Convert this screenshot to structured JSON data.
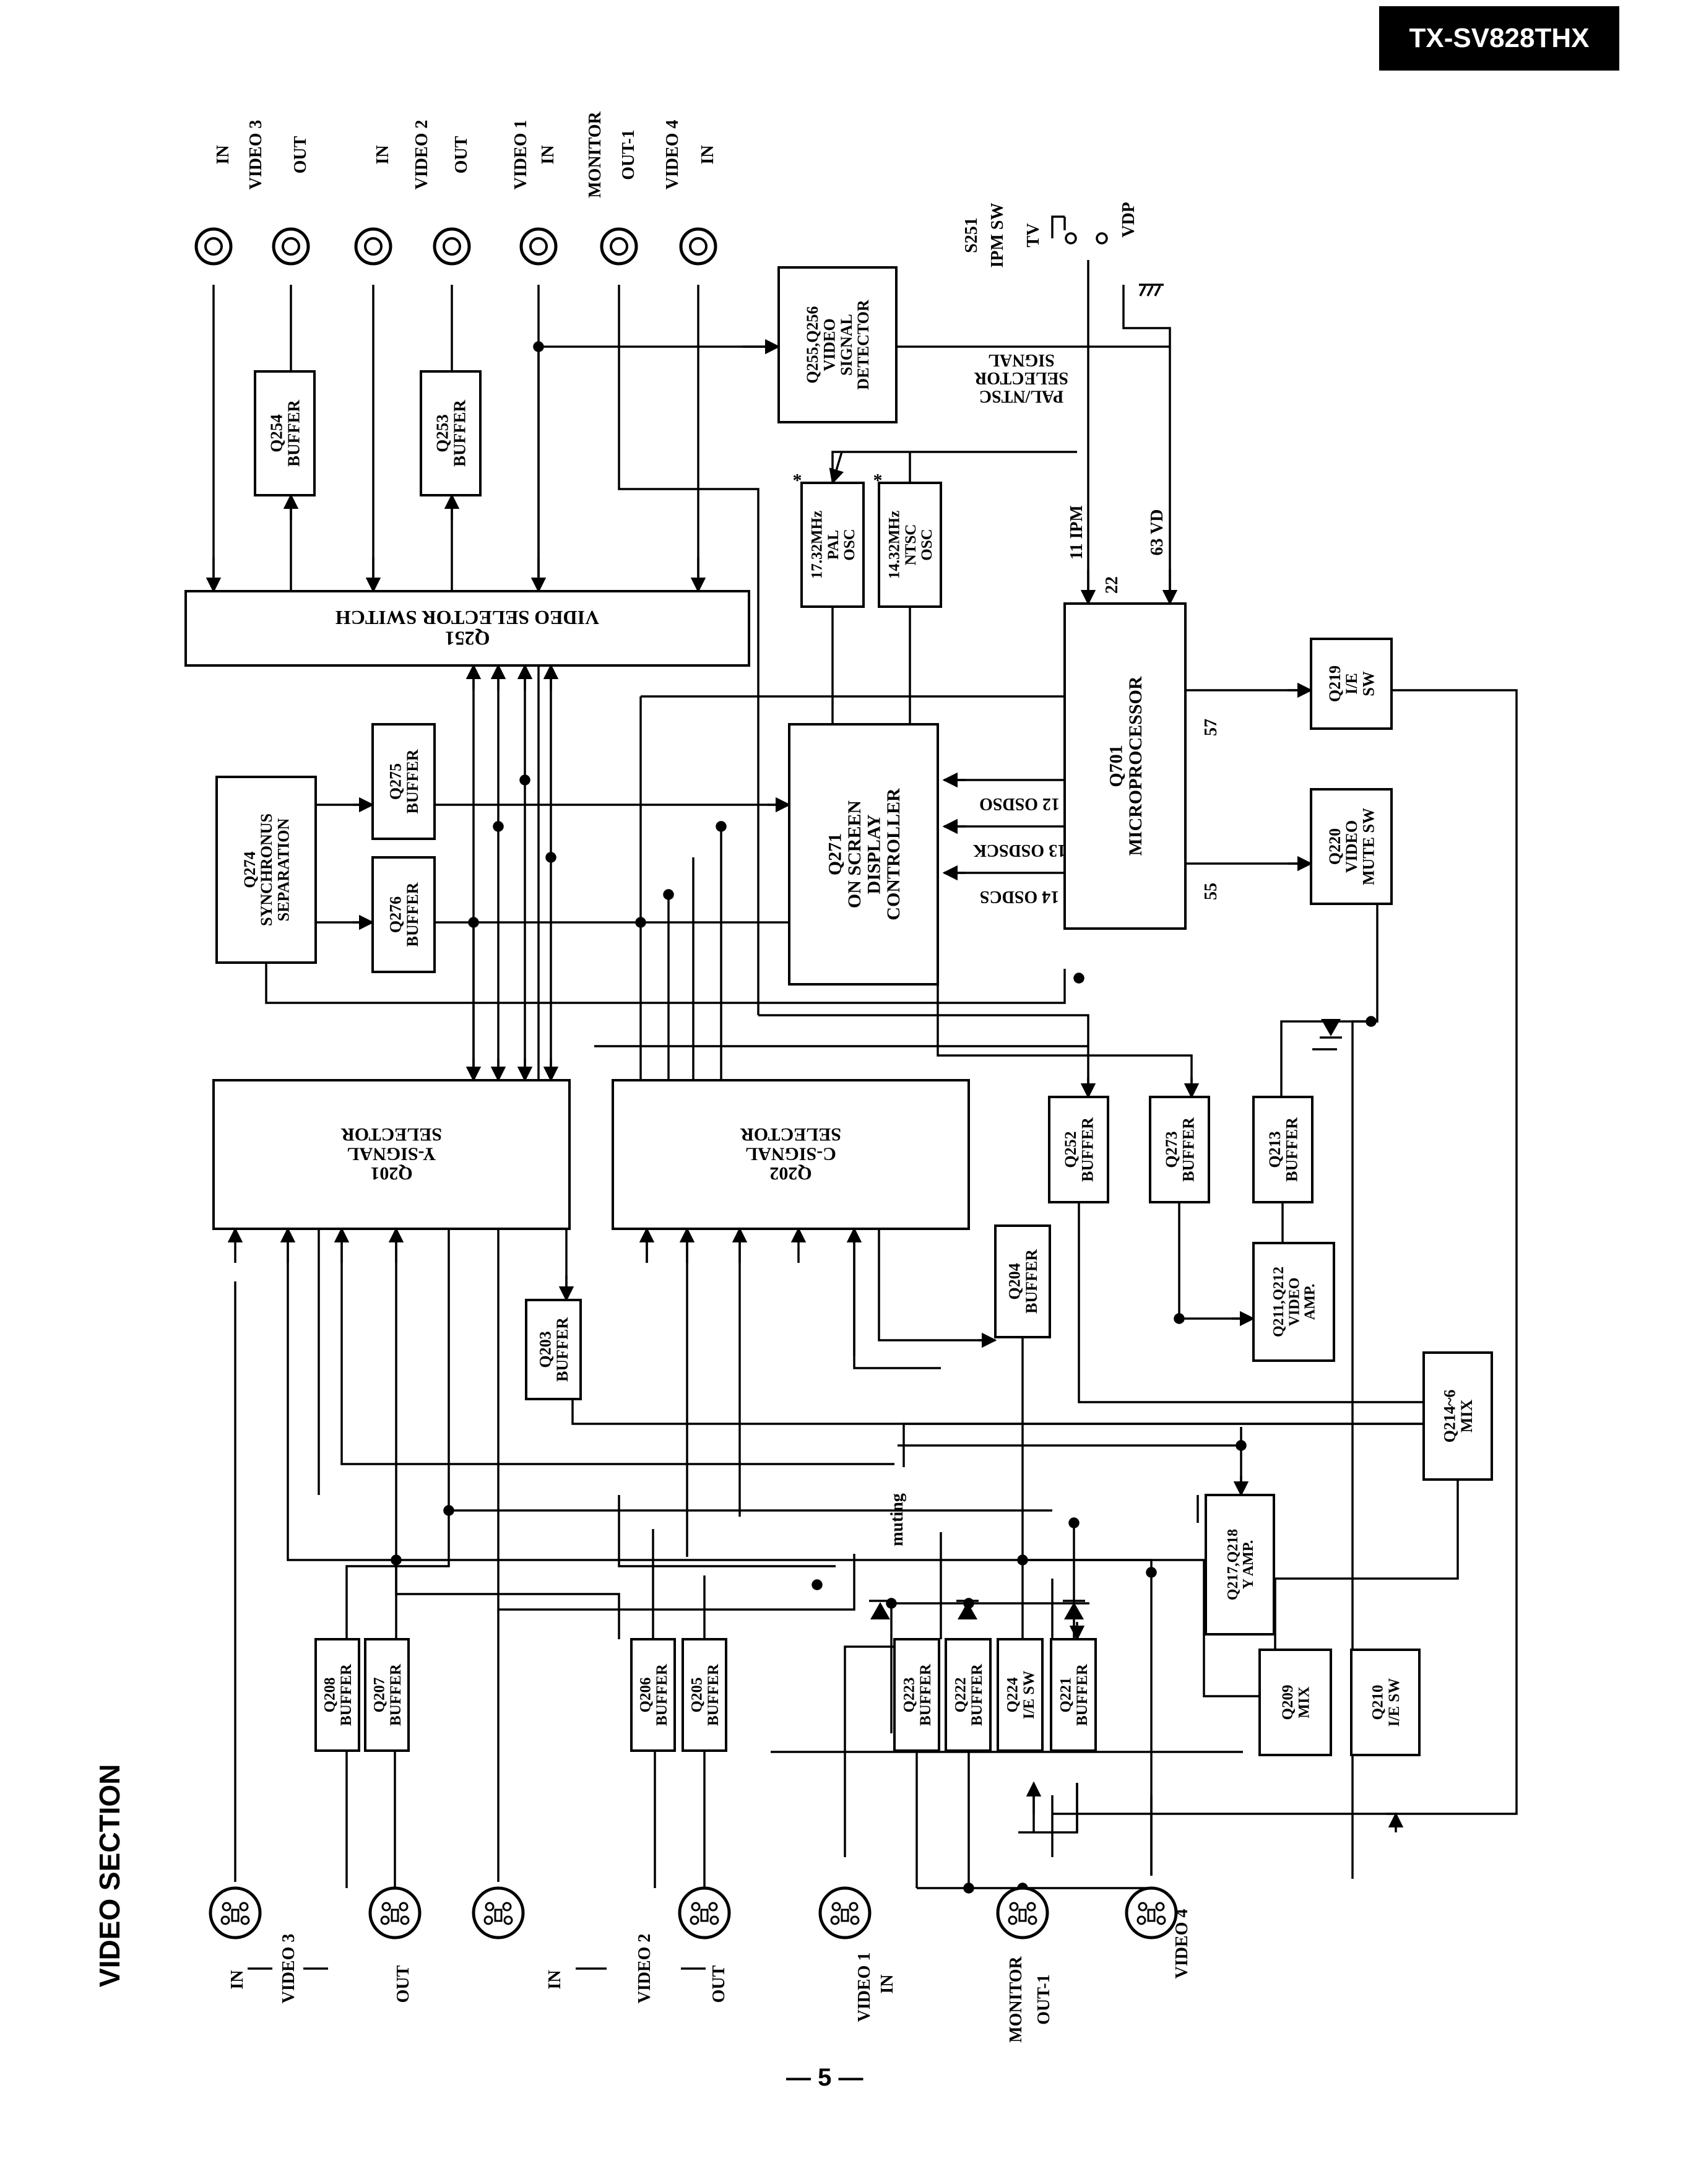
{
  "header": {
    "model": "TX-SV828THX"
  },
  "section": {
    "title": "VIDEO SECTION"
  },
  "page": {
    "number": "— 5 —"
  },
  "top_jacks": [
    {
      "group": "VIDEO 3",
      "labels": [
        "IN",
        "OUT"
      ]
    },
    {
      "group": "VIDEO 2",
      "labels": [
        "IN",
        "OUT"
      ]
    },
    {
      "group": "VIDEO 1",
      "labels": [
        "IN"
      ]
    },
    {
      "group": "MONITOR",
      "labels": [
        "OUT-1"
      ]
    },
    {
      "group": "VIDEO 4",
      "labels": [
        "IN"
      ]
    }
  ],
  "bottom_jacks": [
    {
      "group": "VIDEO 3",
      "labels": [
        "IN",
        "OUT"
      ]
    },
    {
      "group": "VIDEO 2",
      "labels": [
        "IN",
        "OUT"
      ]
    },
    {
      "group": "VIDEO 1",
      "labels": [
        "IN"
      ]
    },
    {
      "group": "MONITOR",
      "labels": [
        "OUT-1"
      ]
    },
    {
      "group": "VIDEO 4",
      "labels": []
    }
  ],
  "switch": {
    "name": "S251",
    "function": "IPM SW",
    "pos1": "TV",
    "pos2": "VDP"
  },
  "blocks": {
    "q254": [
      "Q254",
      "BUFFER"
    ],
    "q253": [
      "Q253",
      "BUFFER"
    ],
    "q251": [
      "Q251",
      "VIDEO SELECTOR SWITCH"
    ],
    "q255": [
      "Q255,Q256",
      "VIDEO",
      "SIGNAL",
      "DETECTOR"
    ],
    "pal_osc": [
      "17.32MHz",
      "PAL",
      "OSC"
    ],
    "ntsc_osc": [
      "14.32MHz",
      "NTSC",
      "OSC"
    ],
    "q274": [
      "Q274",
      "SYNCHRONUS",
      "SEPARATION"
    ],
    "q275": [
      "Q275",
      "BUFFER"
    ],
    "q276": [
      "Q276",
      "BUFFER"
    ],
    "q271": [
      "Q271",
      "ON SCREEN",
      "DISPLAY",
      "CONTROLLER"
    ],
    "q701": [
      "Q701",
      "MICROPROCESSOR"
    ],
    "q219": [
      "Q219",
      "I/E",
      "SW"
    ],
    "q220": [
      "Q220",
      "VIDEO",
      "MUTE SW"
    ],
    "q201": [
      "Q201",
      "Y-SIGNAL",
      "SELECTOR"
    ],
    "q202": [
      "Q202",
      "C-SIGNAL",
      "SELECTOR"
    ],
    "q252": [
      "Q252",
      "BUFFER"
    ],
    "q273": [
      "Q273",
      "BUFFER"
    ],
    "q213": [
      "Q213",
      "BUFFER"
    ],
    "q203": [
      "Q203",
      "BUFFER"
    ],
    "q204": [
      "Q204",
      "BUFFER"
    ],
    "q211": [
      "Q211,Q212",
      "VIDEO",
      "AMP."
    ],
    "q214": [
      "Q214~6",
      "MIX"
    ],
    "q217": [
      "Q217,Q218",
      "Y AMP."
    ],
    "q208": [
      "Q208",
      "BUFFER"
    ],
    "q207": [
      "Q207",
      "BUFFER"
    ],
    "q206": [
      "Q206",
      "BUFFER"
    ],
    "q205": [
      "Q205",
      "BUFFER"
    ],
    "q223": [
      "Q223",
      "BUFFER"
    ],
    "q222": [
      "Q222",
      "BUFFER"
    ],
    "q224": [
      "Q224",
      "I/E SW"
    ],
    "q221": [
      "Q221",
      "BUFFER"
    ],
    "q209": [
      "Q209",
      "MIX"
    ],
    "q210": [
      "Q210",
      "I/E SW"
    ]
  },
  "labels": {
    "pal_ntsc": [
      "PAL/NTSC",
      "SELECTOR",
      "SIGNAL"
    ],
    "osdso": "12 OSDSO",
    "osdsck": "13 OSDSCK",
    "osdcs": "14 OSDCS",
    "ipm": "11 IPM",
    "pin22": "22",
    "vd": "63 VD",
    "pin57": "57",
    "pin55": "55",
    "muting": "muting",
    "star": "*"
  }
}
